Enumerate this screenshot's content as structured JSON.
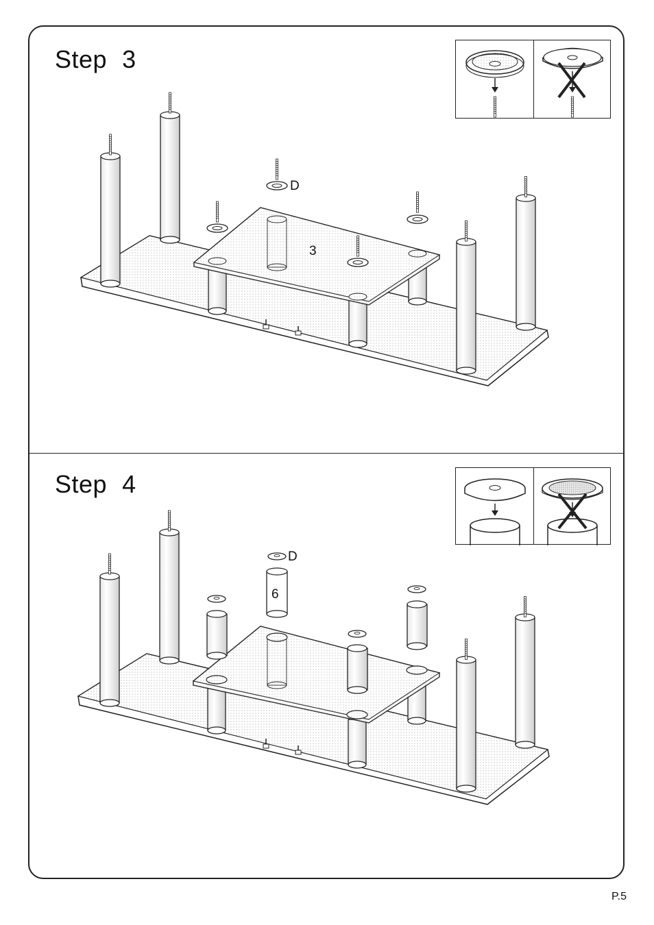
{
  "page": {
    "page_number": "P.5"
  },
  "steps": [
    {
      "word": "Step",
      "number": "3",
      "part_labels": {
        "washer": "D",
        "shelf": "3"
      },
      "inset": {
        "correct_icon": "washer-onto-screw-correct-icon",
        "wrong_icon": "washer-onto-screw-wrong-icon"
      }
    },
    {
      "word": "Step",
      "number": "4",
      "part_labels": {
        "washer": "D",
        "connector": "6"
      },
      "inset": {
        "correct_icon": "washer-onto-tube-correct-icon",
        "wrong_icon": "washer-onto-tube-wrong-icon"
      }
    }
  ]
}
